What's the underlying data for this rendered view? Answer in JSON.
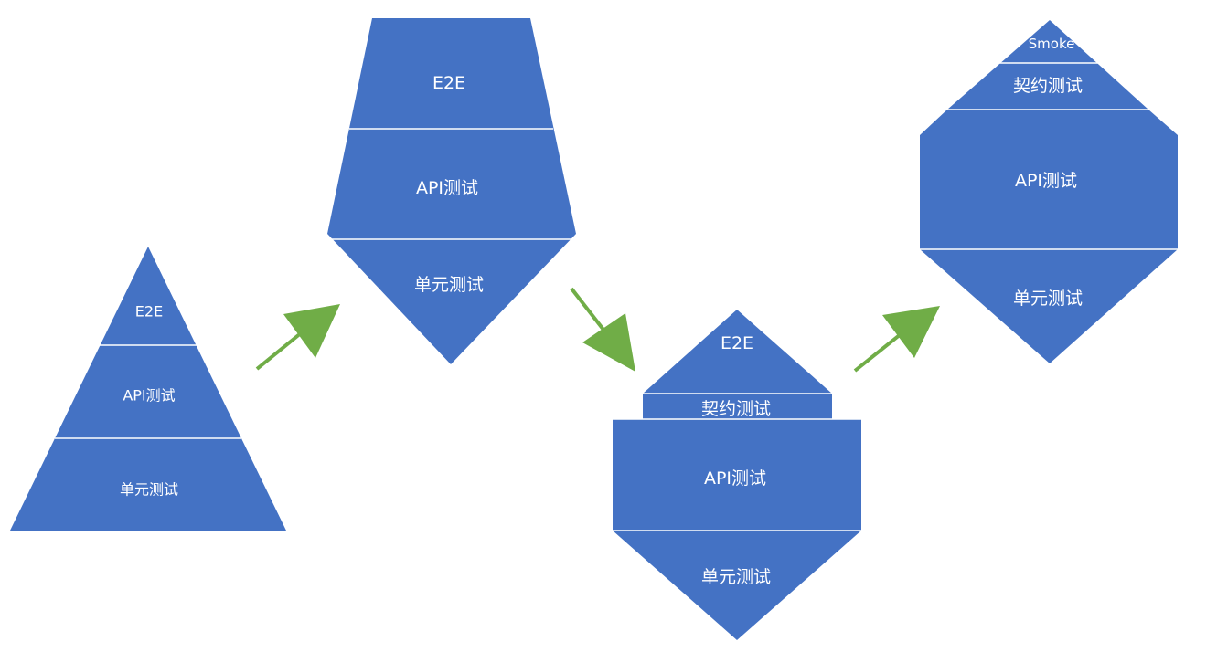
{
  "colors": {
    "layer_fill": "#4472c4",
    "separator": "#ffffff",
    "text": "#ffffff",
    "arrow": "#70ad47"
  },
  "shapes": [
    {
      "name": "pyramid",
      "labels": [
        "E2E",
        "API测试",
        "单元测试"
      ]
    },
    {
      "name": "ice-cream-cone",
      "labels": [
        "E2E",
        "API测试",
        "单元测试"
      ]
    },
    {
      "name": "diamond-with-contract",
      "labels": [
        "E2E",
        "契约测试",
        "API测试",
        "单元测试"
      ]
    },
    {
      "name": "honeycomb",
      "labels": [
        "Smoke",
        "契约测试",
        "API测试",
        "单元测试"
      ]
    }
  ]
}
